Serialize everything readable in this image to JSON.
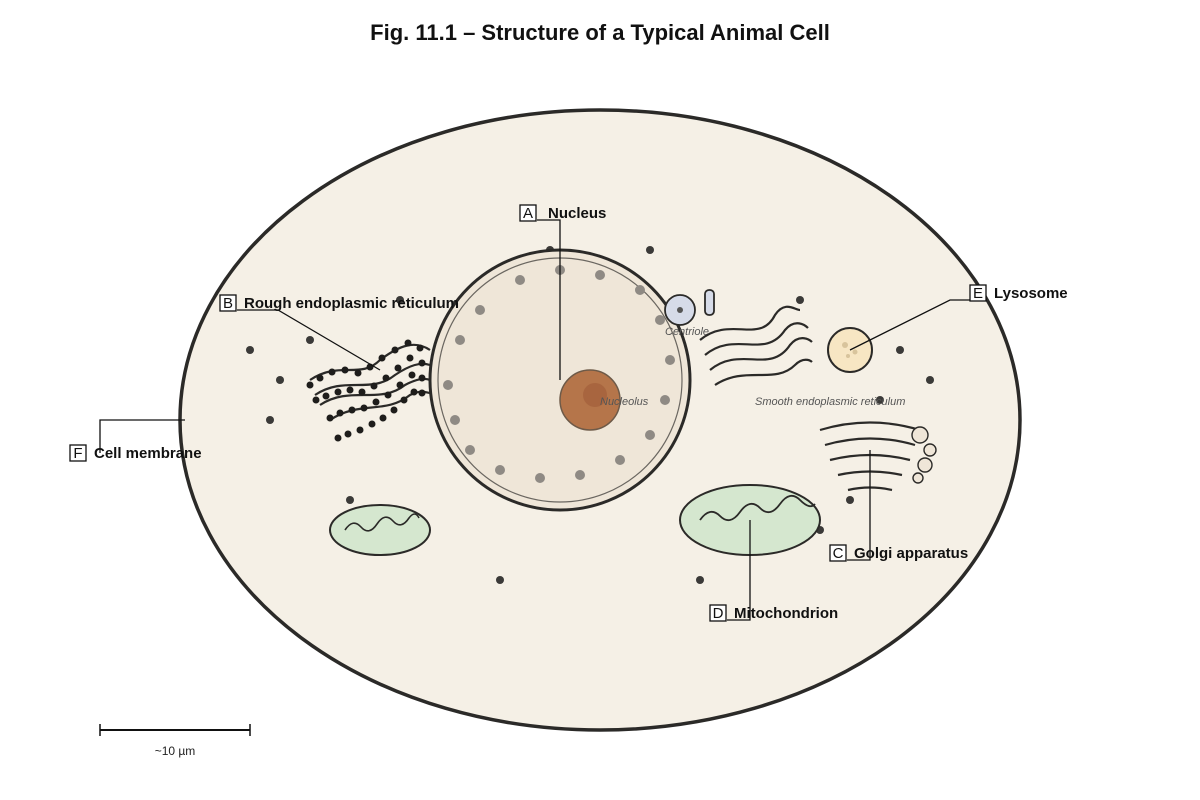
{
  "figure": {
    "title": "Fig. 11.1 – Structure of a Typical Animal Cell"
  },
  "labels": [
    {
      "letter": "A",
      "text": "Nucleus"
    },
    {
      "letter": "B",
      "text": "Rough endoplasmic reticulum"
    },
    {
      "letter": "C",
      "text": "Golgi apparatus"
    },
    {
      "letter": "D",
      "text": "Mitochondrion"
    },
    {
      "letter": "E",
      "text": "Lysosome"
    },
    {
      "letter": "F",
      "text": "Cell membrane"
    }
  ],
  "annotations": {
    "nucleolus": "Nucleolus",
    "centriole": "Centriole",
    "smooth_er": "Smooth endoplasmic reticulum"
  },
  "scale_bar": {
    "text": "~10 µm"
  },
  "colors": {
    "cytoplasm": "#f5f0e6",
    "outline": "#2b2a28",
    "nucleus_fill": "#efe6d8",
    "nucleolus_fill": "#b5754a",
    "mitochondrion_fill": "#d5e7cf",
    "lysosome_fill": "#f7e6c3",
    "centriole_fill": "#d6dbe8"
  }
}
